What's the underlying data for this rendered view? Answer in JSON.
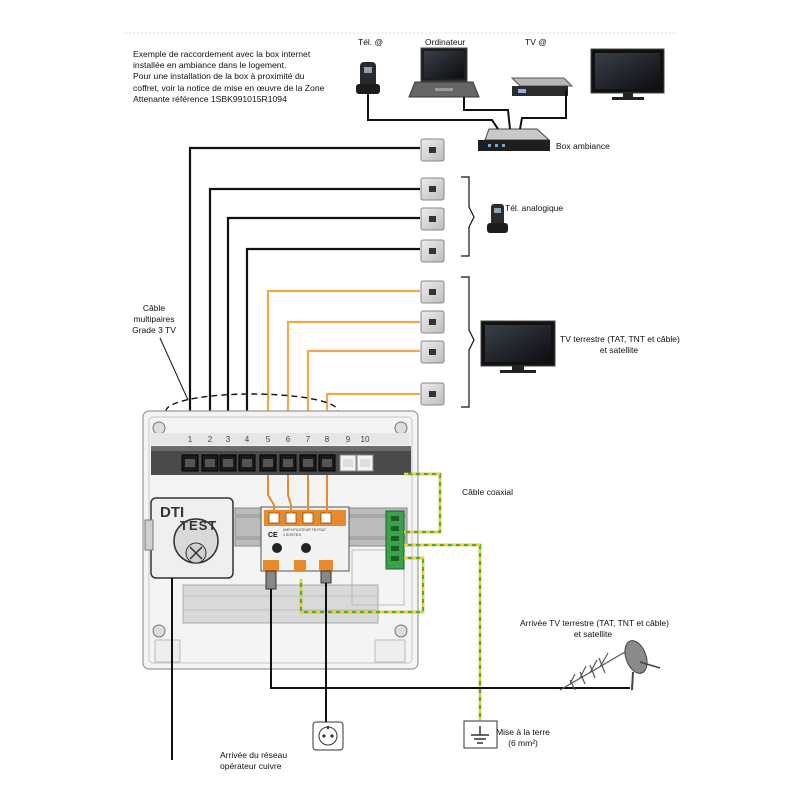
{
  "intro_note": {
    "line1": "Exemple de raccordement avec la box internet",
    "line2": "installée en ambiance dans le logement.",
    "line3": "Pour une installation de la box à proximité du",
    "line4": "coffret, voir la notice de mise en œuvre de la Zone",
    "line5": "Attenante référence 1SBK991015R1094"
  },
  "devices": {
    "tel_ip": "Tél. @",
    "computer": "Ordinateur",
    "tv_ip": "TV @",
    "box": "Box ambiance",
    "analog_phone": "Tél. analogique",
    "tv_terrestrial_line1": "TV terrestre (TAT, TNT et câble)",
    "tv_terrestrial_line2": "et satellite"
  },
  "cables": {
    "multipair_line1": "Câble",
    "multipair_line2": "multipaires",
    "multipair_line3": "Grade 3 TV",
    "coax": "Câble coaxial"
  },
  "inputs": {
    "antenna_line1": "Arrivée TV terrestre (TAT, TNT et câble)",
    "antenna_line2": "et satellite",
    "earth_line1": "Mise à la terre",
    "earth_line2": "(6 mm²)",
    "operator_line1": "Arrivée du réseau",
    "operator_line2": "opérateur cuivre"
  },
  "panel": {
    "dti_label": "DTI",
    "test_label": "TEST",
    "ce_mark": "CE",
    "amp_label_line1": "AMPLIFICATEUR TNT/SAT",
    "amp_label_line2": "4 SORTIES",
    "port_numbers": [
      "1",
      "2",
      "3",
      "4",
      "5",
      "6",
      "7",
      "8",
      "9",
      "10"
    ]
  },
  "colors": {
    "phone_cable": "#111111",
    "tv_cable": "#f0a94a",
    "earth_green": "#5aa832",
    "earth_yellow": "#e8d232",
    "amp_orange": "#e8892a",
    "terminal_green": "#3aa34a",
    "outlet_grey": "#d6d6d6"
  },
  "icons": [
    "telephone-icon",
    "laptop-icon",
    "set-top-box-icon",
    "tv-icon",
    "router-icon",
    "wall-outlet-icon",
    "antenna-icon",
    "satellite-dish-icon",
    "earth-symbol-icon",
    "power-socket-icon"
  ]
}
